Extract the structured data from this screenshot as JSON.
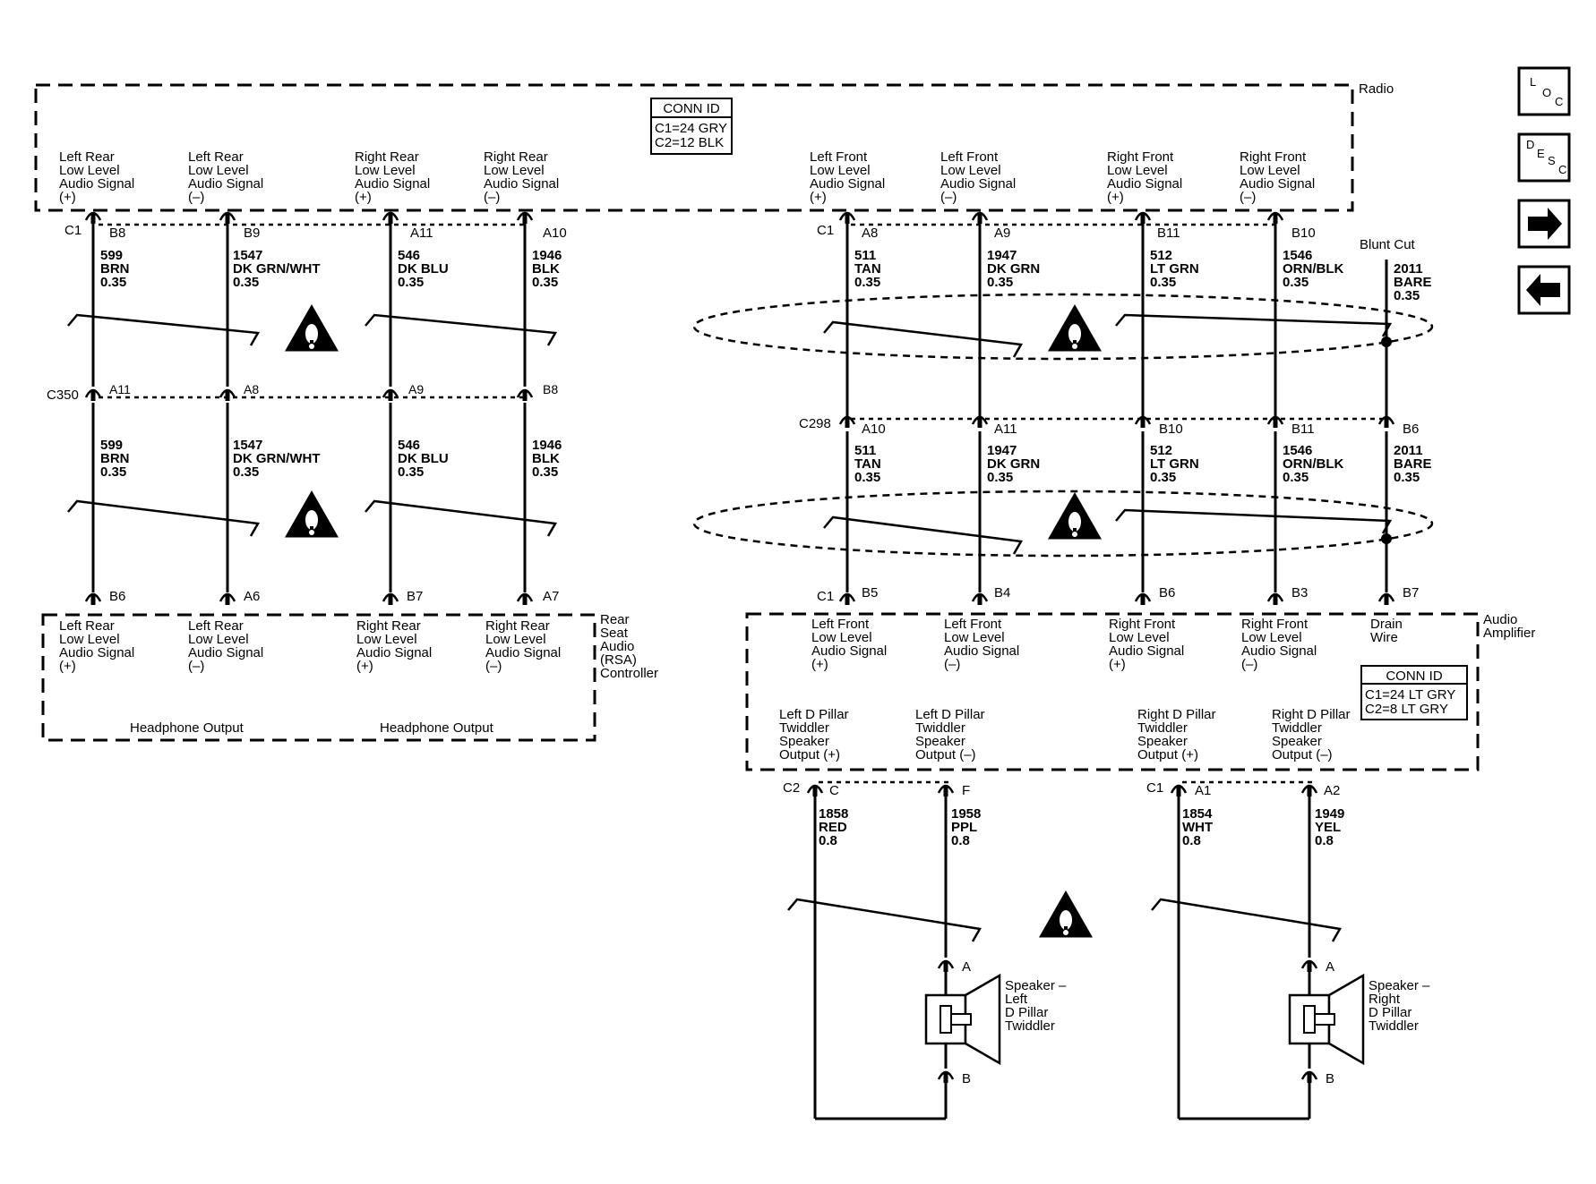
{
  "radio": {
    "name": "Radio",
    "conn_id_title": "CONN ID",
    "conn_id_lines": [
      "C1=24 GRY",
      "C2=12 BLK"
    ],
    "signals_left": [
      [
        "Left Rear",
        "Low Level",
        "Audio Signal",
        "(+)"
      ],
      [
        "Left Rear",
        "Low Level",
        "Audio Signal",
        "(–)"
      ],
      [
        "Right Rear",
        "Low Level",
        "Audio Signal",
        "(+)"
      ],
      [
        "Right Rear",
        "Low Level",
        "Audio Signal",
        "(–)"
      ]
    ],
    "signals_right": [
      [
        "Left Front",
        "Low Level",
        "Audio Signal",
        "(+)"
      ],
      [
        "Left Front",
        "Low Level",
        "Audio Signal",
        "(–)"
      ],
      [
        "Right Front",
        "Low Level",
        "Audio Signal",
        "(+)"
      ],
      [
        "Right Front",
        "Low Level",
        "Audio Signal",
        "(–)"
      ]
    ]
  },
  "rsa": {
    "name": [
      "Rear",
      "Seat",
      "Audio",
      "(RSA)",
      "Controller"
    ],
    "signals": [
      [
        "Left Rear",
        "Low Level",
        "Audio Signal",
        "(+)"
      ],
      [
        "Left Rear",
        "Low Level",
        "Audio Signal",
        "(–)"
      ],
      [
        "Right Rear",
        "Low Level",
        "Audio Signal",
        "(+)"
      ],
      [
        "Right Rear",
        "Low Level",
        "Audio Signal",
        "(–)"
      ]
    ],
    "outputs": [
      "Headphone Output",
      "Headphone Output"
    ]
  },
  "amp": {
    "name": [
      "Audio",
      "Amplifier"
    ],
    "conn_id_title": "CONN ID",
    "conn_id_lines": [
      "C1=24 LT GRY",
      "C2=8 LT GRY"
    ],
    "inputs": [
      [
        "Left Front",
        "Low Level",
        "Audio Signal",
        "(+)"
      ],
      [
        "Left Front",
        "Low Level",
        "Audio Signal",
        "(–)"
      ],
      [
        "Right Front",
        "Low Level",
        "Audio Signal",
        "(+)"
      ],
      [
        "Right Front",
        "Low Level",
        "Audio Signal",
        "(–)"
      ],
      [
        "Drain",
        "Wire"
      ]
    ],
    "outputs": [
      [
        "Left D Pillar",
        "Twiddler",
        "Speaker",
        "Output (+)"
      ],
      [
        "Left D Pillar",
        "Twiddler",
        "Speaker",
        "Output (–)"
      ],
      [
        "Right D Pillar",
        "Twiddler",
        "Speaker",
        "Output (+)"
      ],
      [
        "Right D Pillar",
        "Twiddler",
        "Speaker",
        "Output (–)"
      ]
    ]
  },
  "connectors": {
    "left_top": "C1",
    "c350": "C350",
    "left_bottom": "",
    "right_top": "C1",
    "c298": "C298",
    "right_bottom": "C1",
    "amp_c2": "C2",
    "amp_c1": "C1"
  },
  "pins": {
    "left_top": [
      "B8",
      "B9",
      "A11",
      "A10"
    ],
    "left_mid": [
      "A11",
      "A8",
      "A9",
      "B8"
    ],
    "left_bottom": [
      "B6",
      "A6",
      "B7",
      "A7"
    ],
    "right_top": [
      "A8",
      "A9",
      "B11",
      "B10"
    ],
    "right_mid": [
      "A10",
      "A11",
      "B10",
      "B11",
      "B6"
    ],
    "right_bottom": [
      "B5",
      "B4",
      "B6",
      "B3",
      "B7"
    ],
    "amp_out": [
      "C",
      "F",
      "A1",
      "A2"
    ],
    "spk_left": [
      "A",
      "B"
    ],
    "spk_right": [
      "A",
      "B"
    ]
  },
  "wires": {
    "left_upper": [
      [
        "599",
        "BRN",
        "0.35"
      ],
      [
        "1547",
        "DK GRN/WHT",
        "0.35"
      ],
      [
        "546",
        "DK BLU",
        "0.35"
      ],
      [
        "1946",
        "BLK",
        "0.35"
      ]
    ],
    "left_lower": [
      [
        "599",
        "BRN",
        "0.35"
      ],
      [
        "1547",
        "DK GRN/WHT",
        "0.35"
      ],
      [
        "546",
        "DK BLU",
        "0.35"
      ],
      [
        "1946",
        "BLK",
        "0.35"
      ]
    ],
    "right_upper": [
      [
        "511",
        "TAN",
        "0.35"
      ],
      [
        "1947",
        "DK GRN",
        "0.35"
      ],
      [
        "512",
        "LT GRN",
        "0.35"
      ],
      [
        "1546",
        "ORN/BLK",
        "0.35"
      ],
      [
        "2011",
        "BARE",
        "0.35"
      ]
    ],
    "right_lower": [
      [
        "511",
        "TAN",
        "0.35"
      ],
      [
        "1947",
        "DK GRN",
        "0.35"
      ],
      [
        "512",
        "LT GRN",
        "0.35"
      ],
      [
        "1546",
        "ORN/BLK",
        "0.35"
      ],
      [
        "2011",
        "BARE",
        "0.35"
      ]
    ],
    "speaker": [
      [
        "1858",
        "RED",
        "0.8"
      ],
      [
        "1958",
        "PPL",
        "0.8"
      ],
      [
        "1854",
        "WHT",
        "0.8"
      ],
      [
        "1949",
        "YEL",
        "0.8"
      ]
    ]
  },
  "blunt_cut": "Blunt Cut",
  "speakers": {
    "left": [
      "Speaker –",
      "Left",
      "D Pillar",
      "Twiddler"
    ],
    "right": [
      "Speaker –",
      "Right",
      "D Pillar",
      "Twiddler"
    ]
  },
  "nav": {
    "loc": [
      "L",
      "O",
      "C"
    ],
    "desc": [
      "D",
      "E",
      "S",
      "C"
    ],
    "forward_icon": "arrow-right-icon",
    "back_icon": "arrow-left-icon"
  }
}
